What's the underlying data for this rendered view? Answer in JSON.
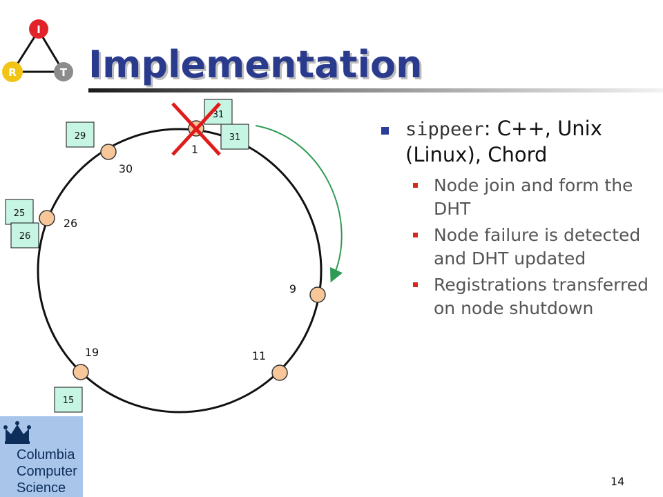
{
  "slide": {
    "title": "Implementation",
    "page_number": "14"
  },
  "logo": {
    "letters": [
      "I",
      "R",
      "T"
    ],
    "colors": {
      "I": "#e0242a",
      "R": "#f2c416",
      "T": "#8c8c8c"
    }
  },
  "ring": {
    "nodes": [
      {
        "id": "1",
        "failed": true
      },
      {
        "id": "9"
      },
      {
        "id": "11"
      },
      {
        "id": "19"
      },
      {
        "id": "26"
      },
      {
        "id": "30"
      }
    ],
    "boxes": [
      {
        "text": "31"
      },
      {
        "text": "31"
      },
      {
        "text": "29"
      },
      {
        "text": "25"
      },
      {
        "text": "26"
      },
      {
        "text": "15"
      }
    ],
    "colors": {
      "node_fill": "#f7c79a",
      "box_fill": "#c6f5e4",
      "cross": "#e01b1b",
      "arrow": "#2e9a54"
    }
  },
  "bullets": [
    {
      "code": "sippeer",
      "text": ": C++, Unix (Linux), Chord",
      "sub": [
        "Node join and form the DHT",
        "Node failure is detected and DHT updated",
        "Registrations transferred on node shutdown"
      ]
    }
  ],
  "footer_logo": {
    "lines": [
      "Columbia",
      "Computer",
      "Science"
    ]
  }
}
